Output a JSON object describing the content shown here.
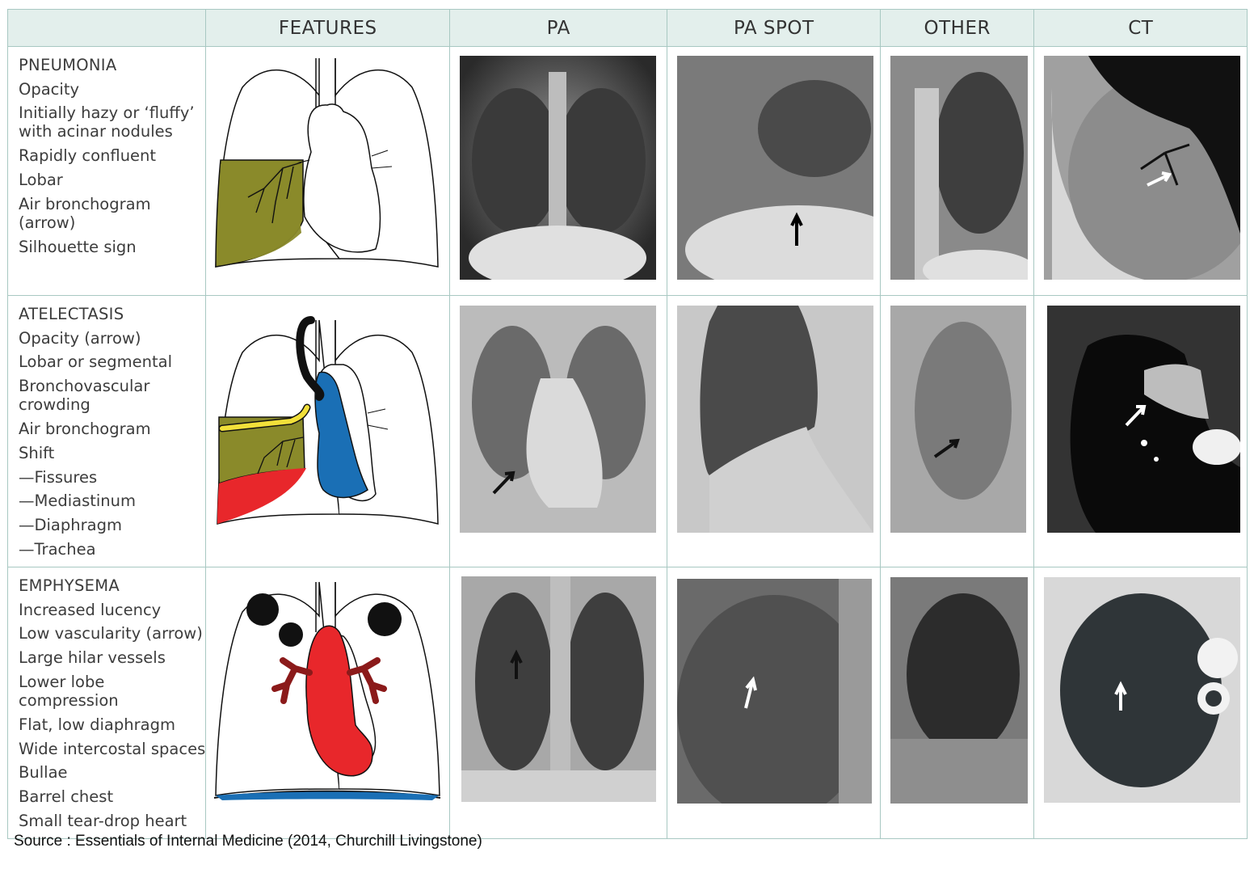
{
  "table": {
    "headers": [
      "",
      "FEATURES",
      "PA",
      "PA SPOT",
      "OTHER",
      "CT"
    ],
    "rows": [
      {
        "title": "PNEUMONIA",
        "features": [
          "Opacity",
          "Initially hazy or ‘fluffy’ with acinar nodules",
          "Rapidly confluent",
          "Lobar",
          "Air bronchogram (arrow)",
          "Silhouette sign"
        ]
      },
      {
        "title": "ATELECTASIS",
        "features": [
          "Opacity (arrow)",
          "Lobar or segmental",
          "Bronchovascular crowding",
          "Air bronchogram",
          "Shift",
          "—Fissures",
          "—Mediastinum",
          "—Diaphragm",
          "—Trachea"
        ]
      },
      {
        "title": "EMPHYSEMA",
        "features": [
          "Increased lucency",
          "Low vascularity (arrow)",
          "Large hilar vessels",
          "Lower lobe compression",
          "Flat, low diaphragm",
          "Wide intercostal spaces",
          "Bullae",
          "Barrel chest",
          "Small tear-drop heart"
        ]
      }
    ]
  },
  "source": "Source : Essentials of Internal Medicine (2014, Churchill Livingstone)",
  "colors": {
    "header_bg": "#e3efec",
    "border": "#a8c8c2",
    "consolidation": "#8a8a2a",
    "atelectasis_blue": "#1a6fb5",
    "emphysema_red": "#e8272b",
    "vessel": "#8b1a1a",
    "diaphragm_red": "#e8272b",
    "diaphragm_blue": "#1a6fb5",
    "tube_yellow": "#f2e03a"
  }
}
